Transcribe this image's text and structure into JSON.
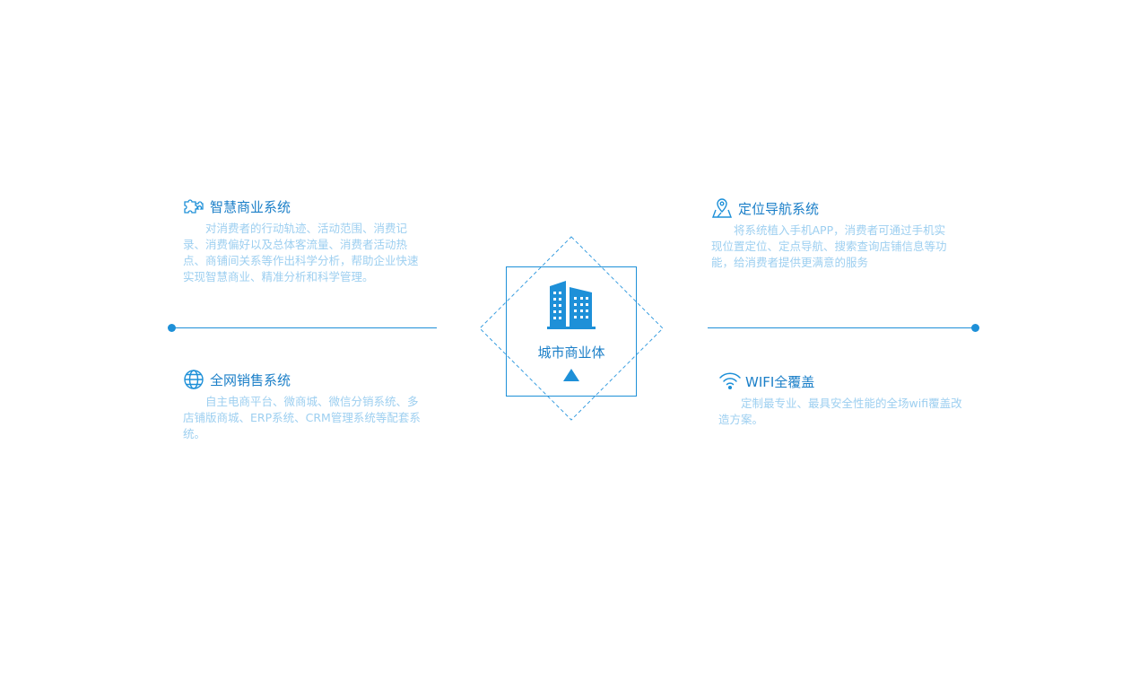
{
  "center": {
    "label": "城市商业体",
    "icon": "building-icon",
    "accent_color": "#1e90d8"
  },
  "features": {
    "smart_commerce": {
      "icon": "puzzle-icon",
      "title": "智慧商业系统",
      "description": "对消费者的行动轨迹、活动范围、消费记录、消费偏好以及总体客流量、消费者活动热点、商铺间关系等作出科学分析，帮助企业快速实现智慧商业、精准分析和科学管理。"
    },
    "navigation": {
      "icon": "map-pin-icon",
      "title": "定位导航系统",
      "description": "将系统植入手机APP，消费者可通过手机实现位置定位、定点导航、搜索查询店铺信息等功能，给消费者提供更满意的服务"
    },
    "omni_sales": {
      "icon": "globe-icon",
      "title": "全网销售系统",
      "description": "自主电商平台、微商城、微信分销系统、多店铺版商城、ERP系统、CRM管理系统等配套系统。"
    },
    "wifi": {
      "icon": "wifi-icon",
      "title": "WIFI全覆盖",
      "description": "定制最专业、最具安全性能的全场wifi覆盖改造方案。"
    }
  },
  "colors": {
    "title": "#1b7fc8",
    "description": "#9dcff0",
    "line": "#1e90d8"
  }
}
